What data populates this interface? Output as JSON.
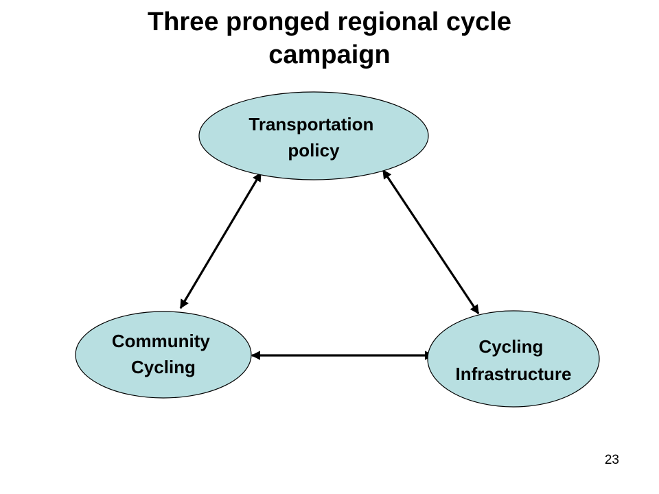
{
  "slide": {
    "title_lines": [
      "Three pronged regional cycle",
      "campaign"
    ],
    "page_number": "23"
  },
  "diagram": {
    "fill_color": "#b8dfe1",
    "stroke_color": "#000000",
    "nodes": [
      {
        "id": "transportation-policy",
        "lines": [
          "Transportation",
          "policy"
        ]
      },
      {
        "id": "community-cycling",
        "lines": [
          "Community",
          "Cycling"
        ]
      },
      {
        "id": "cycling-infrastructure",
        "lines": [
          "Cycling",
          "Infrastructure"
        ]
      }
    ],
    "connections": [
      {
        "from": "transportation-policy",
        "to": "community-cycling",
        "type": "bidirectional"
      },
      {
        "from": "transportation-policy",
        "to": "cycling-infrastructure",
        "type": "bidirectional"
      },
      {
        "from": "community-cycling",
        "to": "cycling-infrastructure",
        "type": "bidirectional"
      }
    ]
  }
}
